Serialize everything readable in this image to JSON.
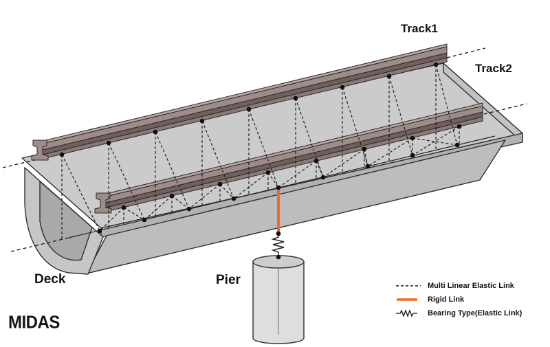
{
  "labels": {
    "track1": "Track1",
    "track2": "Track2",
    "deck": "Deck",
    "pier": "Pier"
  },
  "legend": {
    "items": [
      {
        "label": "Multi Linear Elastic Link",
        "icon": "dashed-line-icon"
      },
      {
        "label": "Rigid Link",
        "icon": "rigid-link-icon"
      },
      {
        "label": "Bearing Type(Elastic Link)",
        "icon": "spring-icon"
      }
    ]
  },
  "logo": {
    "text": "MIDAS"
  },
  "colors": {
    "rigid_link": "#f26a21",
    "outline": "#2f2f2f",
    "deck_top": "#cbcbcb",
    "rail": "#9e8c8a",
    "node": "#101010"
  }
}
